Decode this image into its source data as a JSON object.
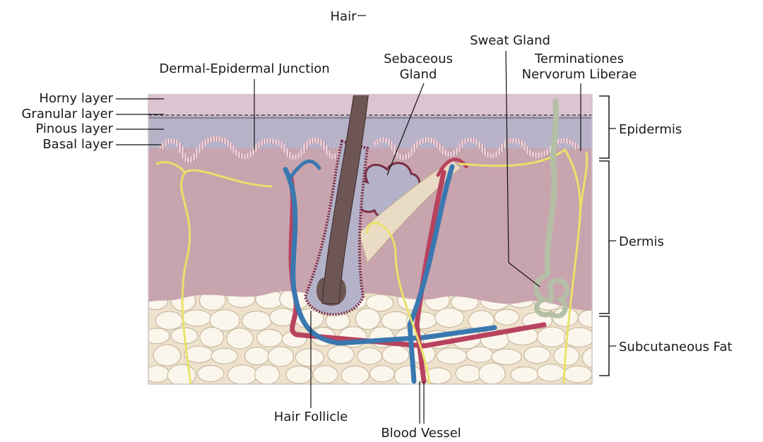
{
  "labels": {
    "hair": "Hair",
    "sweat_gland": "Sweat Gland",
    "sebaceous_gland": [
      "Sebaceous",
      "Gland"
    ],
    "terminationes": [
      "Terminationes",
      "Nervorum Liberae"
    ],
    "dermal_epidermal_junction": "Dermal-Epidermal Junction",
    "horny_layer": "Horny layer",
    "granular_layer": "Granular layer",
    "pinous_layer": "Pinous layer",
    "basal_layer": "Basal layer",
    "epidermis": "Epidermis",
    "dermis": "Dermis",
    "subcutaneous_fat": "Subcutaneous Fat",
    "hair_follicle": "Hair Follicle",
    "blood_vessel": "Blood Vessel"
  },
  "colors": {
    "horny_layer": "#dcc4d0",
    "epidermis": "#b7b2c8",
    "dermis": "#c8a4ae",
    "fat_bg": "#eee2cc",
    "fat_cell": "#fbf6ec",
    "hair": "#6e5654",
    "artery": "#b8435f",
    "vein": "#3a78b0",
    "nerve": "#e8e26a",
    "sweat_gland": "#b4bfa6",
    "sebaceous": "#b4b2c8",
    "muscle": "#eadcc4"
  }
}
